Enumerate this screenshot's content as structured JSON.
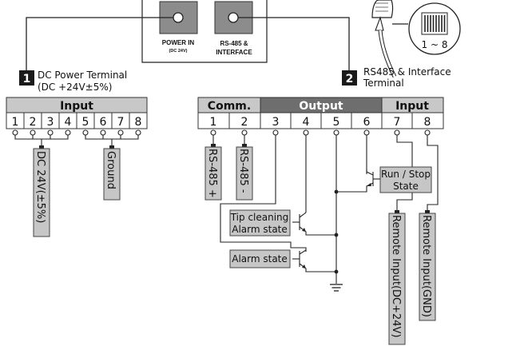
{
  "connector_panel": {
    "power_in_label": "POWER IN",
    "power_in_sub": "(DC 24V)",
    "rs485_label_line1": "RS-485 &",
    "rs485_label_line2": "INTERFACE"
  },
  "cable_pins_label": "1 ~ 8",
  "terminal1": {
    "badge": "1",
    "title_line1": "DC Power Terminal",
    "title_line2": "(DC +24V±5%)",
    "header": "Input",
    "pins": [
      "1",
      "2",
      "3",
      "4",
      "5",
      "6",
      "7",
      "8"
    ],
    "tag_dc": "DC 24V(±5%)",
    "tag_ground": "Ground"
  },
  "terminal2": {
    "badge": "2",
    "title_line1": "RS485 & Interface",
    "title_line2": "Terminal",
    "header_comm": "Comm.",
    "header_output": "Output",
    "header_input": "Input",
    "pins": [
      "1",
      "2",
      "3",
      "4",
      "5",
      "6",
      "7",
      "8"
    ],
    "tag_rs485_plus": "RS-485 +",
    "tag_rs485_minus": "RS-485 -",
    "tip_cleaning_line1": "Tip cleaning",
    "tip_cleaning_line2": "Alarm state",
    "alarm_state": "Alarm state",
    "run_stop_line1": "Run / Stop",
    "run_stop_line2": "State",
    "remote_input_24v": "Remote Input(DC+24V)",
    "remote_input_gnd": "Remote Input(GND)"
  },
  "colors": {
    "header_gray": "#c8c8c8",
    "header_dark": "#6e6e6e",
    "tag_gray": "#c6c6c6",
    "badge": "#1a1a1a"
  }
}
